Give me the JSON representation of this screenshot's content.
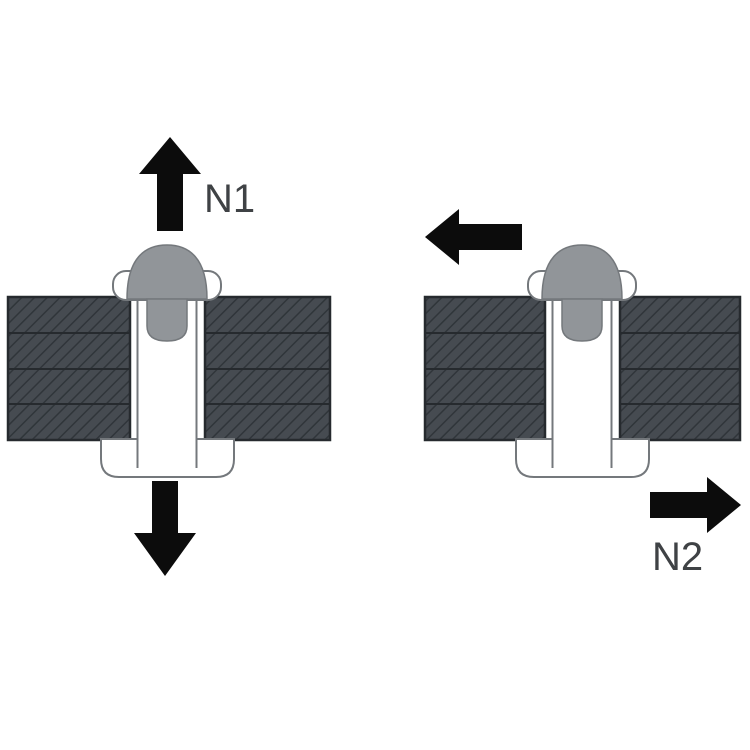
{
  "diagram": {
    "description": "Blind rivet load diagram: axial (tensile) load and shear load",
    "figures": [
      {
        "id": "tensile-load-figure",
        "load_label": "N1"
      },
      {
        "id": "shear-load-figure",
        "load_label": "N2"
      }
    ]
  },
  "colors": {
    "background": "#ffffff",
    "arrow": "#0c0c0c",
    "label": "#3f4245",
    "panel": "#464b51",
    "panel_hatch": "#30353a",
    "panel_outline": "#262a2e",
    "rivet_fill": "#ffffff",
    "rivet_outline": "#74787c",
    "dome": "#919599",
    "dome_outline": "#74787c"
  }
}
